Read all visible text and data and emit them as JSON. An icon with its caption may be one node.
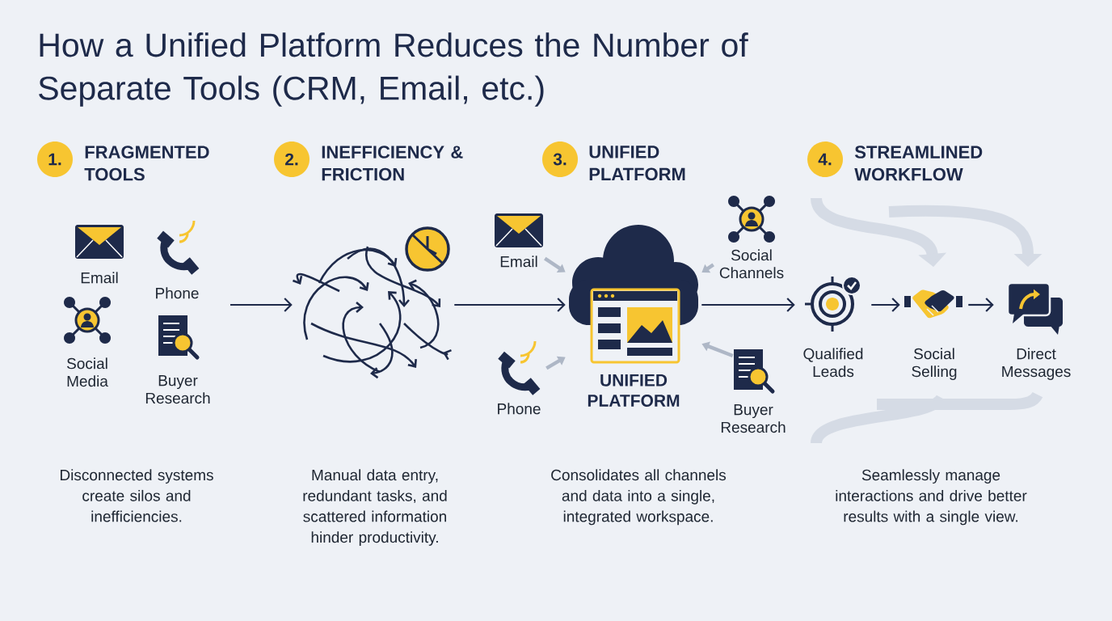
{
  "diagram": {
    "title": "How a Unified Platform Reduces the Number of Separate Tools (CRM, Email, etc.)",
    "nodes": [
      {
        "text": [
          "1."
        ],
        "beside": [
          "FRAGMENTED TOOLS"
        ]
      },
      {
        "text": [
          "2."
        ],
        "beside": [
          "INEFFICIENCY & FRICTION"
        ]
      },
      {
        "text": [
          "3."
        ],
        "beside": [
          "UNIFIED PLATFORM"
        ]
      },
      {
        "text": [
          "4."
        ],
        "beside": [
          "STREAMLINED WORKFLOW"
        ]
      },
      {
        "text": [
          "Email"
        ]
      },
      {
        "text": [
          "Phone"
        ]
      },
      {
        "text": [
          "Social Media"
        ]
      },
      {
        "text": [
          "Buyer Research"
        ]
      },
      {
        "text": [],
        "shape": "picture"
      },
      {
        "text": [
          "Email"
        ]
      },
      {
        "text": [
          "Social Channels"
        ]
      },
      {
        "text": [
          "UNIFIED PLATFORM"
        ]
      },
      {
        "text": [
          "Phone"
        ]
      },
      {
        "text": [
          "Buyer Research"
        ]
      },
      {
        "text": [
          "Qualified Leads"
        ]
      },
      {
        "text": [
          "Social Selling"
        ]
      },
      {
        "text": [
          "Direct Messages"
        ]
      }
    ],
    "edges": [
      {
        "from": null,
        "to": 8,
        "arrow": "to"
      },
      {
        "from": 8,
        "to": 11,
        "arrow": "to"
      },
      {
        "from": 9,
        "to": 11,
        "arrow": "to",
        "style": "thick",
        "color": "#aeb7c6"
      },
      {
        "from": 10,
        "to": 11,
        "arrow": "to",
        "style": "thick",
        "color": "#aeb7c6"
      },
      {
        "from": 12,
        "to": 11,
        "arrow": "to",
        "style": "thick",
        "color": "#aeb7c6"
      },
      {
        "from": 13,
        "to": 11,
        "arrow": "to",
        "style": "thick",
        "color": "#aeb7c6"
      },
      {
        "from": 11,
        "to": 14,
        "arrow": "to"
      },
      {
        "from": 14,
        "to": 15,
        "arrow": "to"
      },
      {
        "from": 15,
        "to": 16,
        "arrow": "to"
      }
    ],
    "labels": [
      "Disconnected systems create silos and inefficiencies.",
      "Manual data entry, redundant tasks, and scattered information hinder productivity.",
      "Consolidates all channels and data into a single, integrated workspace.",
      "Seamlessly manage interactions and drive better results with a single view."
    ]
  }
}
